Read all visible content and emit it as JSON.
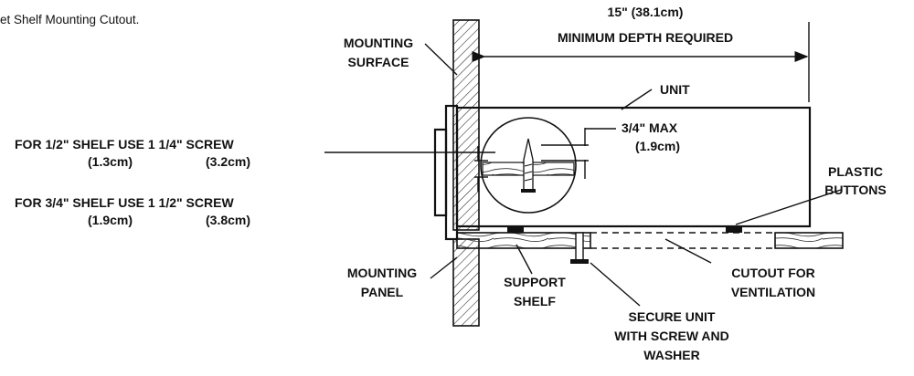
{
  "caption": "et Shelf Mounting Cutout.",
  "labels": {
    "depth_line1": "15\" (38.1cm)",
    "depth_line2": "MINIMUM DEPTH REQUIRED",
    "mounting_surface_1": "MOUNTING",
    "mounting_surface_2": "SURFACE",
    "unit": "UNIT",
    "max_1": "3/4\" MAX",
    "max_2": "(1.9cm)",
    "screw_half_1": "FOR 1/2\" SHELF USE 1 1/4\" SCREW",
    "screw_half_2a": "(1.3cm)",
    "screw_half_2b": "(3.2cm)",
    "screw_threeq_1": "FOR 3/4\" SHELF USE 1 1/2\" SCREW",
    "screw_threeq_2a": "(1.9cm)",
    "screw_threeq_2b": "(3.8cm)",
    "plastic_1": "PLASTIC",
    "plastic_2": "BUTTONS",
    "mounting_panel_1": "MOUNTING",
    "mounting_panel_2": "PANEL",
    "support_1": "SUPPORT",
    "support_2": "SHELF",
    "cutout_1": "CUTOUT FOR",
    "cutout_2": "VENTILATION",
    "secure_1": "SECURE UNIT",
    "secure_2": "WITH SCREW AND",
    "secure_3": "WASHER"
  }
}
